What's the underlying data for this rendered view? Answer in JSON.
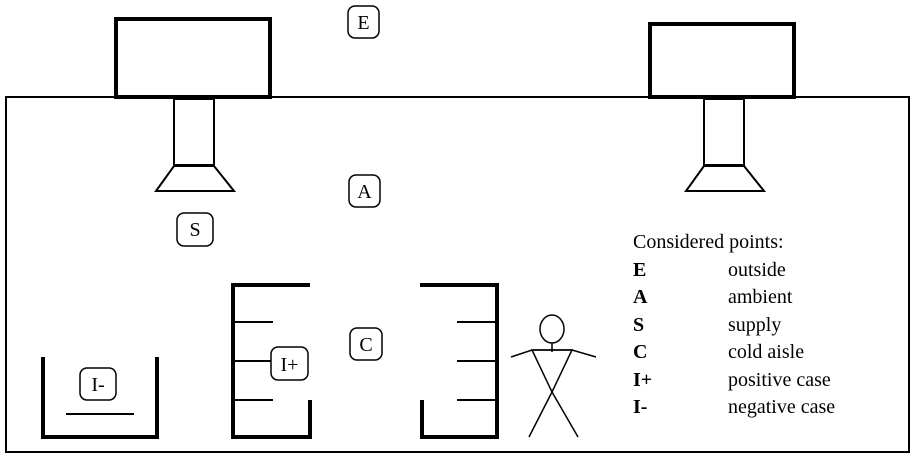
{
  "points": {
    "E": "E",
    "A": "A",
    "S": "S",
    "C": "C",
    "I_plus": "I+",
    "I_minus": "I-"
  },
  "legend": {
    "title": "Considered points:",
    "items": [
      {
        "key": "E",
        "desc": "outside"
      },
      {
        "key": "A",
        "desc": "ambient"
      },
      {
        "key": "S",
        "desc": "supply"
      },
      {
        "key": "C",
        "desc": "cold aisle"
      },
      {
        "key": "I+",
        "desc": "positive case"
      },
      {
        "key": "I-",
        "desc": "negative case"
      }
    ]
  }
}
